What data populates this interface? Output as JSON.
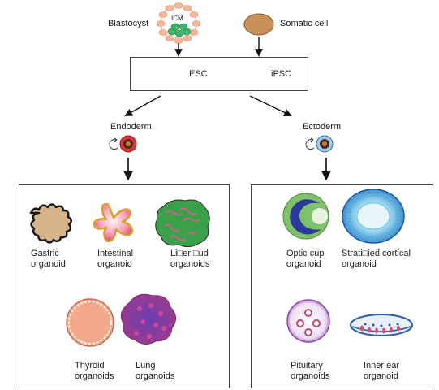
{
  "top": {
    "blastocyst": "Blastocyst",
    "icm": "ICM",
    "somatic": "Somatic cell"
  },
  "stem": {
    "esc": "ESC",
    "ipsc": "iPSC"
  },
  "lineages": {
    "endoderm": "Endoderm",
    "ectoderm": "Ectoderm"
  },
  "endoderm_organoids": [
    {
      "line1": "Gastric",
      "line2": "organoid"
    },
    {
      "line1": "Intestinal",
      "line2": "organoid"
    },
    {
      "line1": "Li□er □ud",
      "line2": "organoids"
    },
    {
      "line1": "Thyroid",
      "line2": "organoids"
    },
    {
      "line1": "Lung",
      "line2": "organoids"
    }
  ],
  "ectoderm_organoids": [
    {
      "line1": "Optic cup",
      "line2": "organoid"
    },
    {
      "line1": "Strati□ied cortical",
      "line2": "organoid"
    },
    {
      "line1": "Pituitary",
      "line2": "organoids"
    },
    {
      "line1": "Inner ear",
      "line2": "organoid"
    }
  ],
  "colors": {
    "esc": "#2e9e4a",
    "ipsc": "#8fc33c",
    "endoderm": "#e0343c",
    "ectoderm": "#5b9bd5",
    "gastric": "#d8b48a",
    "intestinal": "#f06e8c",
    "liver": "#3aa04a",
    "thyroid": "#f4a98a",
    "lung": "#c0397a",
    "optic": "#3b4fb0",
    "cortical": "#2a8ad0",
    "pituitary": "#a05ac0",
    "innerear": "#2f6ad0",
    "somatic": "#c9915a",
    "icm": "#3fb46a"
  }
}
